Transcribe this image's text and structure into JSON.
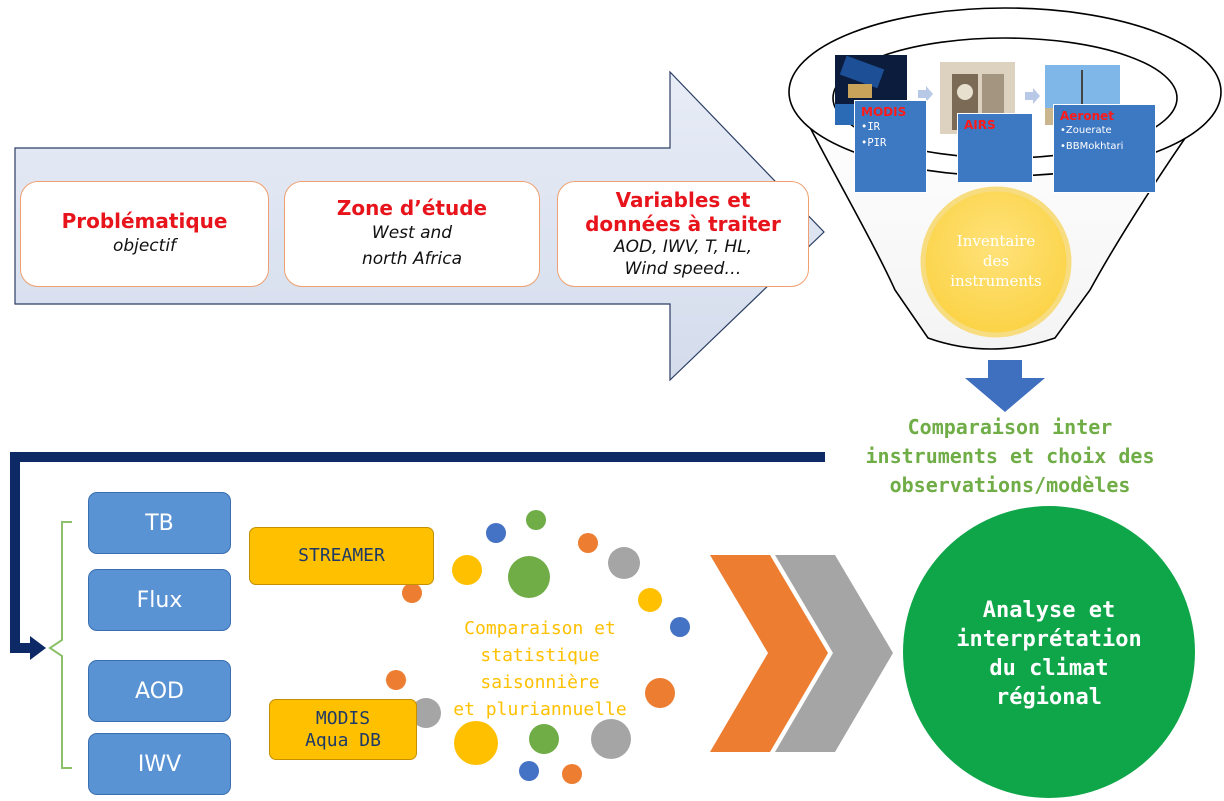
{
  "stages": [
    {
      "title": "Problématique",
      "lines": [
        "objectif"
      ]
    },
    {
      "title": "Zone d’étude",
      "lines": [
        "West and",
        "north Africa"
      ]
    },
    {
      "title": "Variables et données à traiter",
      "lines": [
        "AOD, IWV, T, HL,",
        "Wind speed…"
      ]
    }
  ],
  "instruments": [
    {
      "name": "MODIS",
      "items": [
        "•IR",
        "•PIR"
      ]
    },
    {
      "name": "AIRS",
      "items": []
    },
    {
      "name": "Aeronet",
      "items": [
        "•Zouerate",
        "•BBMokhtari"
      ]
    }
  ],
  "inventory_label": [
    "Inventaire",
    "des",
    "instruments"
  ],
  "comparison_label": [
    "Comparaison inter",
    "instruments et choix des",
    "observations/modèles"
  ],
  "variables": [
    "TB",
    "Flux",
    "AOD",
    "IWV"
  ],
  "sources": [
    {
      "lines": [
        "STREAMER"
      ]
    },
    {
      "lines": [
        "MODIS",
        "Aqua DB"
      ]
    }
  ],
  "stats_label": [
    "Comparaison et",
    "statistique saisonnière",
    "et pluriannuelle"
  ],
  "result_label": [
    "Analyse et",
    "interprétation",
    "du climat",
    "régional"
  ],
  "colors": {
    "title_red": "#e8141c",
    "instrument_blue": "#3d78c2",
    "variable_blue": "#5a93d3",
    "source_gold": "#ffc000",
    "green_text": "#70ad47",
    "result_green": "#0fa64a",
    "orange": "#ed7d31",
    "gray": "#a5a5a5",
    "navy": "#0d2a66"
  }
}
